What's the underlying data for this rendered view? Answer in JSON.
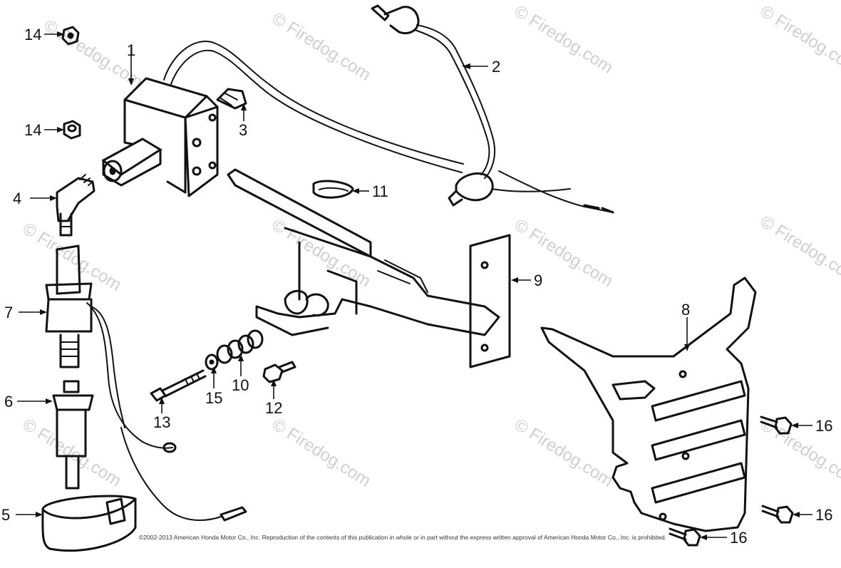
{
  "diagram": {
    "callouts": {
      "p1": "1",
      "p2": "2",
      "p3": "3",
      "p4": "4",
      "p5": "5",
      "p6": "6",
      "p7": "7",
      "p8": "8",
      "p9": "9",
      "p10": "10",
      "p11": "11",
      "p12": "12",
      "p13": "13",
      "p14a": "14",
      "p14b": "14",
      "p15": "15",
      "p16a": "16",
      "p16b": "16",
      "p16c": "16"
    },
    "watermark": "© Firedog.com",
    "copyright": "©2002-2013 American Honda Motor Co., Inc. Reproduction of the contents of this publication in whole or in part without the express written approval of American Honda Motor Co., Inc. is prohibited."
  }
}
